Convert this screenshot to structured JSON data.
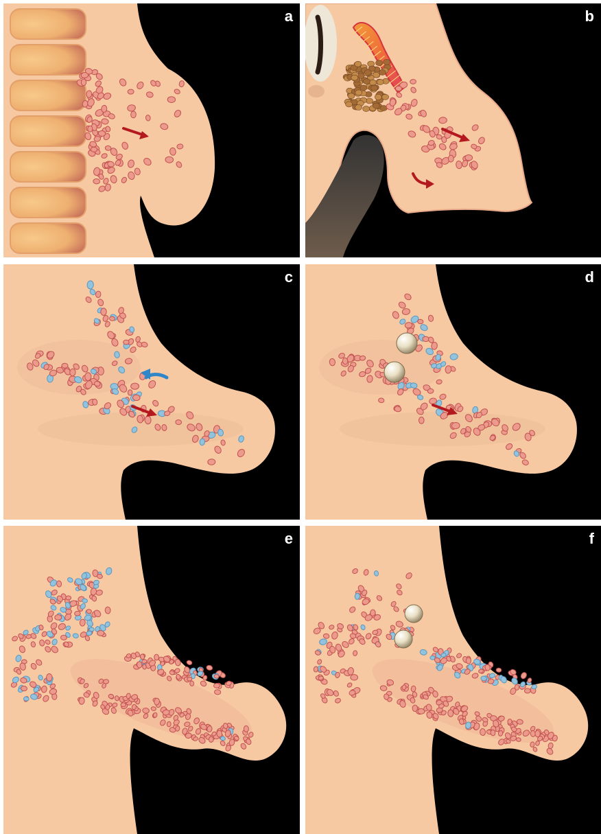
{
  "figure": {
    "panels": [
      {
        "id": "a",
        "label": "a"
      },
      {
        "id": "b",
        "label": "b"
      },
      {
        "id": "c",
        "label": "c"
      },
      {
        "id": "d",
        "label": "d"
      },
      {
        "id": "e",
        "label": "e"
      },
      {
        "id": "f",
        "label": "f"
      }
    ]
  },
  "colors": {
    "background": "#000000",
    "tissue": "#f7c9a3",
    "tissue_outline": "#e8a988",
    "cell_red_fill": "#eb9a8c",
    "cell_red_stroke": "#c2524f",
    "cell_blue_fill": "#93c3dc",
    "cell_blue_stroke": "#5a97bf",
    "arrow_red": "#b3191e",
    "arrow_blue": "#2f86c8",
    "somite": "#f0a85c",
    "bead": "#e8e2d0"
  },
  "icons": [
    "migration-arrow-icon",
    "bead-icon",
    "somite-icon"
  ]
}
